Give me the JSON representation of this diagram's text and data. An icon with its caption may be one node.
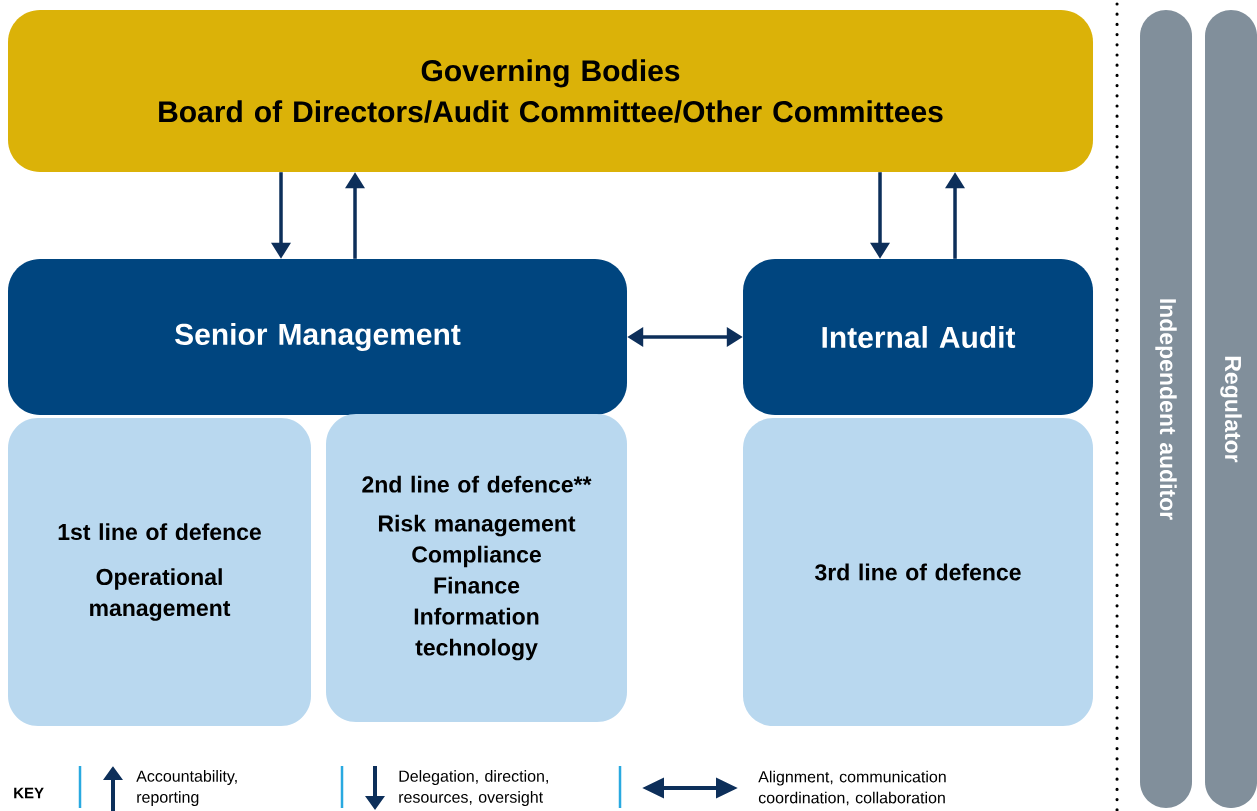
{
  "diagram": {
    "nodes": [
      {
        "text": [
          "Governing Bodies",
          "Board of Directors/Audit Committee/Other Committees"
        ]
      },
      {
        "text": [
          "Senior Management"
        ]
      },
      {
        "text": [
          "Internal Audit"
        ]
      },
      {
        "text": [
          "1st line of defence",
          "Operational management"
        ]
      },
      {
        "text": [
          "2nd line of defence**",
          "Risk management",
          "Compliance",
          "Finance",
          "Information technology"
        ]
      },
      {
        "text": [
          "3rd line of defence"
        ]
      },
      {
        "text": [
          "Independent auditor"
        ]
      },
      {
        "text": [
          "Regulator"
        ]
      }
    ],
    "edges": [
      {
        "from": 0,
        "to": 1,
        "arrow": "to"
      },
      {
        "from": 1,
        "to": 0,
        "arrow": "to"
      },
      {
        "from": 0,
        "to": 2,
        "arrow": "to"
      },
      {
        "from": 2,
        "to": 0,
        "arrow": "to"
      },
      {
        "from": 1,
        "to": 2,
        "arrow": "both"
      }
    ],
    "labels": [
      "KEY"
    ],
    "legend": [
      {
        "text": "Accountability, reporting"
      },
      {
        "text": "Delegation, direction, resources, oversight"
      },
      {
        "text": "Alignment, communication coordination, collaboration"
      }
    ]
  }
}
